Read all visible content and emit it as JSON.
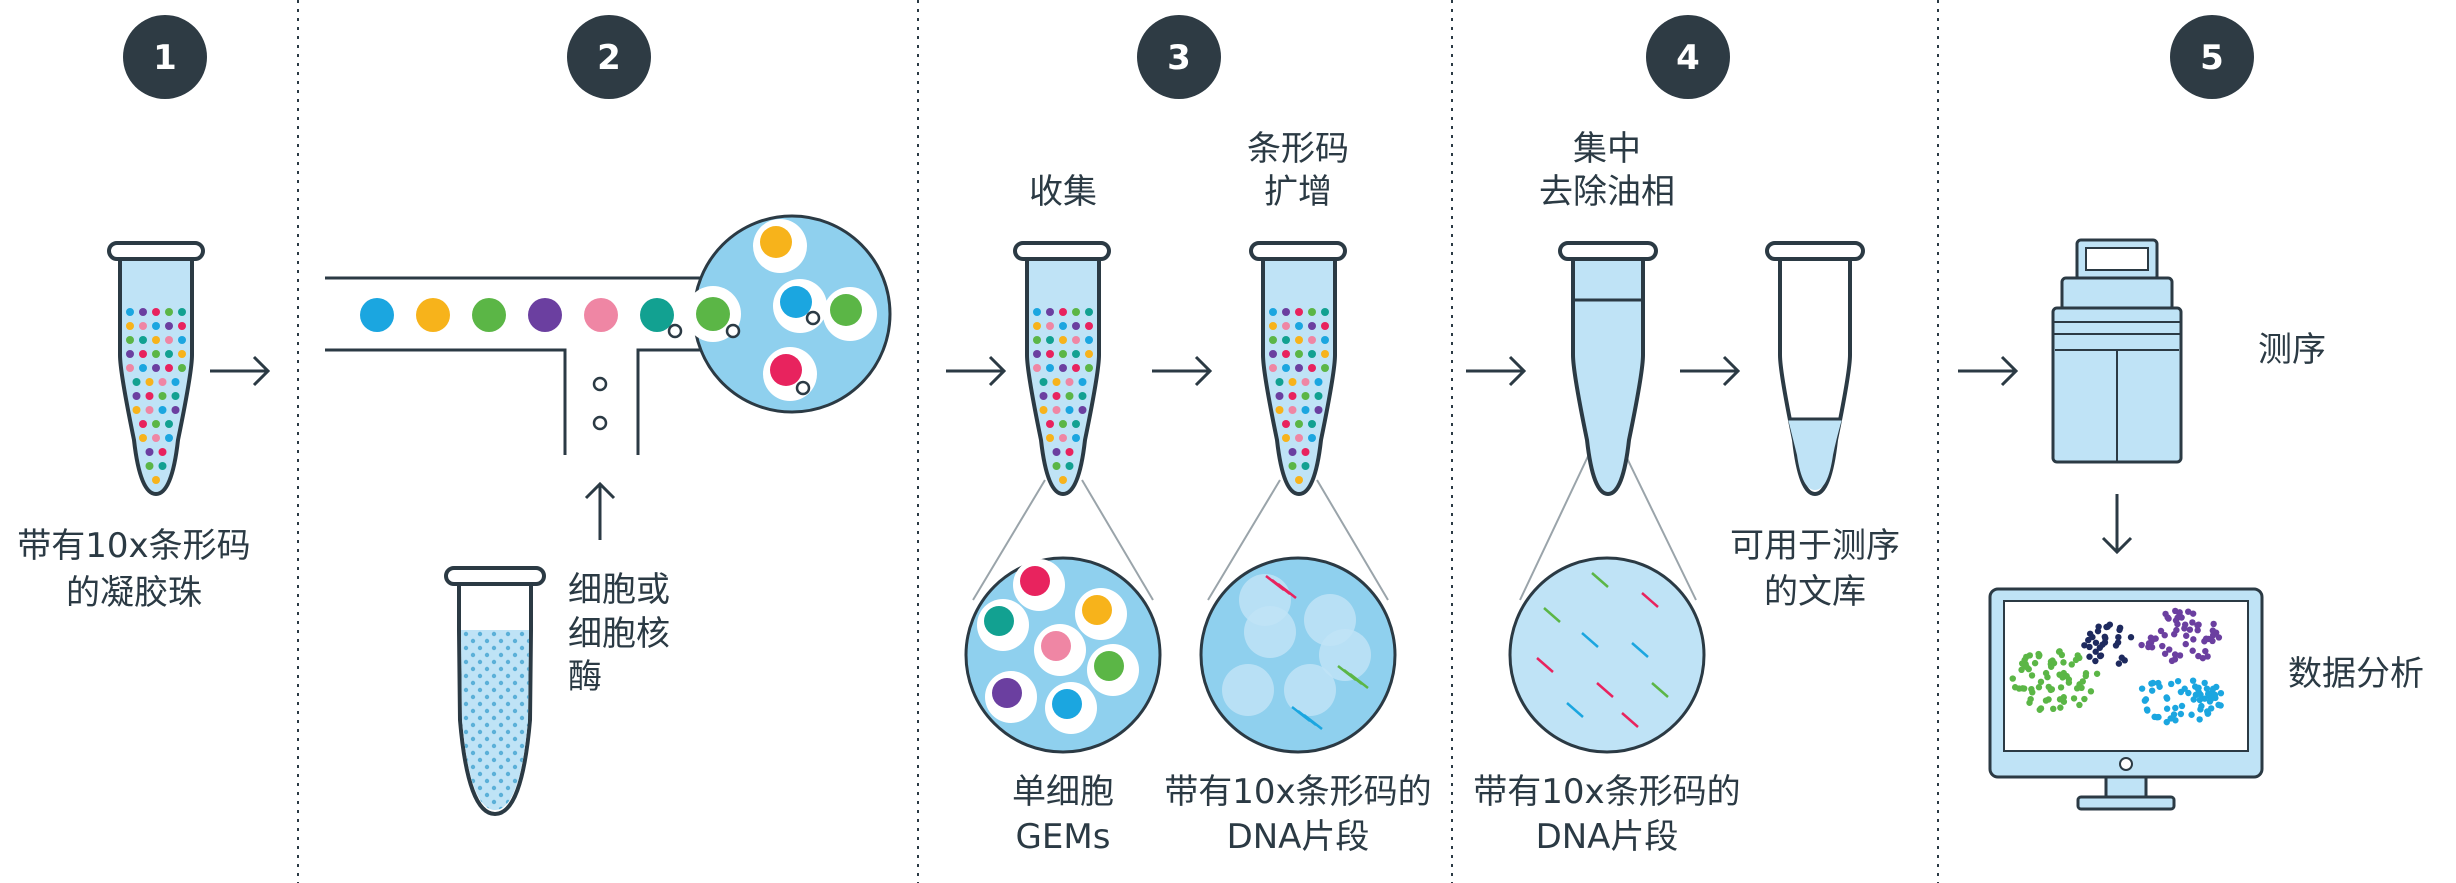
{
  "steps": [
    {
      "number": "1",
      "label_lines": [
        "带有10x条形码",
        "的凝胶珠"
      ]
    },
    {
      "number": "2",
      "reagent_label_lines": [
        "细胞或",
        "细胞核",
        "酶"
      ]
    },
    {
      "number": "3",
      "stage_a_title_lines": [
        "收集"
      ],
      "stage_b_title_lines": [
        "条形码",
        "扩增"
      ],
      "stage_a_label_lines": [
        "单细胞",
        "GEMs"
      ],
      "stage_b_label_lines": [
        "带有10x条形码的",
        "DNA片段"
      ]
    },
    {
      "number": "4",
      "title_lines": [
        "集中",
        "去除油相"
      ],
      "fragments_label_lines": [
        "带有10x条形码的",
        "DNA片段"
      ],
      "library_label_lines": [
        "可用于测序",
        "的文库"
      ]
    },
    {
      "number": "5",
      "sequencing_label": "测序",
      "analysis_label": "数据分析"
    }
  ],
  "colors": {
    "badge": "#2e3b44",
    "outline": "#2b3a44",
    "light_blue": "#bfe3f6",
    "mid_blue": "#8fd0ee",
    "bead_colors": [
      "#1ba6e0",
      "#f7b31b",
      "#5bb646",
      "#6b3fa0",
      "#ef86a4",
      "#12a191",
      "#e8235e"
    ]
  }
}
